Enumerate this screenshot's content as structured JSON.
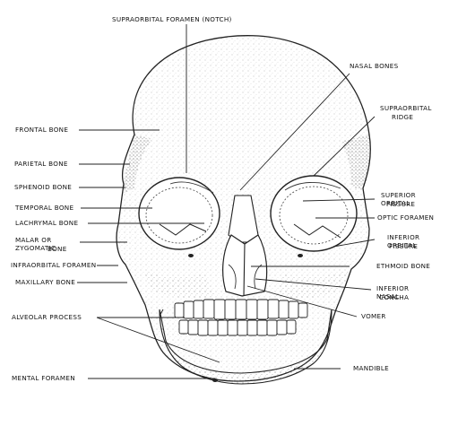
{
  "labels": {
    "supraorbital_foramen": "SUPRAORBITAL FORAMEN (NOTCH)",
    "nasal_bones": "NASAL BONES",
    "supraorbital_ridge_1": "SUPRAORBITAL",
    "supraorbital_ridge_2": "RIDGE",
    "frontal_bone": "FRONTAL BONE",
    "parietal_bone": "PARIETAL BONE",
    "sphenoid_bone": "SPHENOID BONE",
    "temporal_bone": "TEMPORAL BONE",
    "lachrymal_bone": "LACHRYMAL BONE",
    "malar_1": "MALAR OR ZYGOMATIC",
    "malar_2": "BONE",
    "infraorbital_foramen": "INFRAORBITAL FORAMEN",
    "maxillary_bone": "MAXILLARY BONE",
    "alveolar_process": "ALVEOLAR PROCESS",
    "mental_foramen": "MENTAL FORAMEN",
    "superior_orbital_1": "SUPERIOR ORBITAL",
    "superior_orbital_2": "FISSURE",
    "optic_foramen": "OPTIC FORAMEN",
    "inferior_orbital_1": "INFERIOR ORBITAL",
    "inferior_orbital_2": "FISSURE",
    "ethmoid_bone": "ETHMOID BONE",
    "inferior_nasal_1": "INFERIOR NASAL",
    "inferior_nasal_2": "CONCHA",
    "vomer": "VOMER",
    "mandible": "MANDIBLE"
  }
}
